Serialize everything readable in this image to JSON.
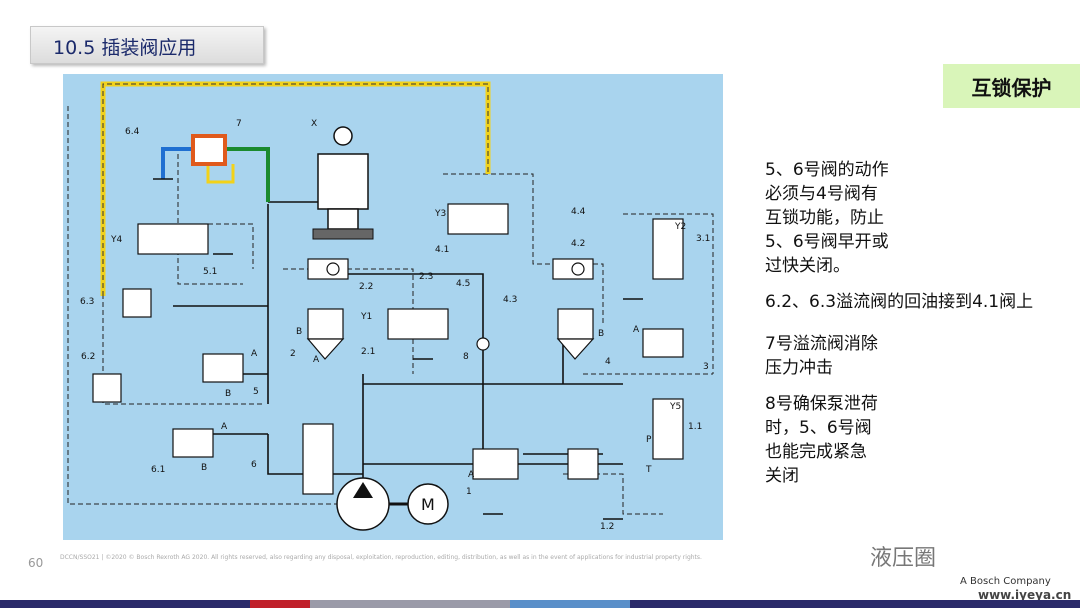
{
  "title": "10.5 插装阀应用",
  "badge": "互锁保护",
  "notes": [
    "5、6号阀的动作\n必须与4号阀有\n互锁功能，防止\n5、6号阀早开或\n过快关闭。",
    "6.2、6.3溢流阀的回油接到4.1阀上",
    "7号溢流阀消除\n压力冲击",
    "8号确保泵泄荷\n时，5、6号阀\n也能完成紧急\n关闭"
  ],
  "diagram": {
    "labels": [
      "6.4",
      "7",
      "X",
      "Y4",
      "Y3",
      "4.4",
      "Y2",
      "3.1",
      "4.1",
      "4.2",
      "5.1",
      "2.3",
      "2.2",
      "4.5",
      "4.3",
      "6.3",
      "Y1",
      "B",
      "2.1",
      "A",
      "2",
      "8",
      "4",
      "B",
      "A",
      "3",
      "6.2",
      "A",
      "5",
      "B",
      "A",
      "Y5",
      "1.1",
      "6.1",
      "B",
      "6",
      "A",
      "P",
      "T",
      "1",
      "1.2",
      "M"
    ]
  },
  "footer": {
    "page_number": "60",
    "legal": "DCCN/SSO21 | ©2020 © Bosch Rexroth AG 2020. All rights reserved, also regarding any disposal, exploitation, reproduction, editing, distribution, as well as in the event of applications for industrial property rights."
  },
  "watermark": {
    "brand": "液压圈",
    "company": "A Bosch Company",
    "url": "www.iyeya.cn"
  },
  "colors": {
    "title_text": "#1b2a6b",
    "badge_bg": "#d9f5b9",
    "diagram_bg": "#a9d4ee",
    "yellow_line": "#f2d21a",
    "blue_line": "#1f6fd1",
    "green_line": "#1b8a2e",
    "orange_box": "#e05a1c"
  }
}
